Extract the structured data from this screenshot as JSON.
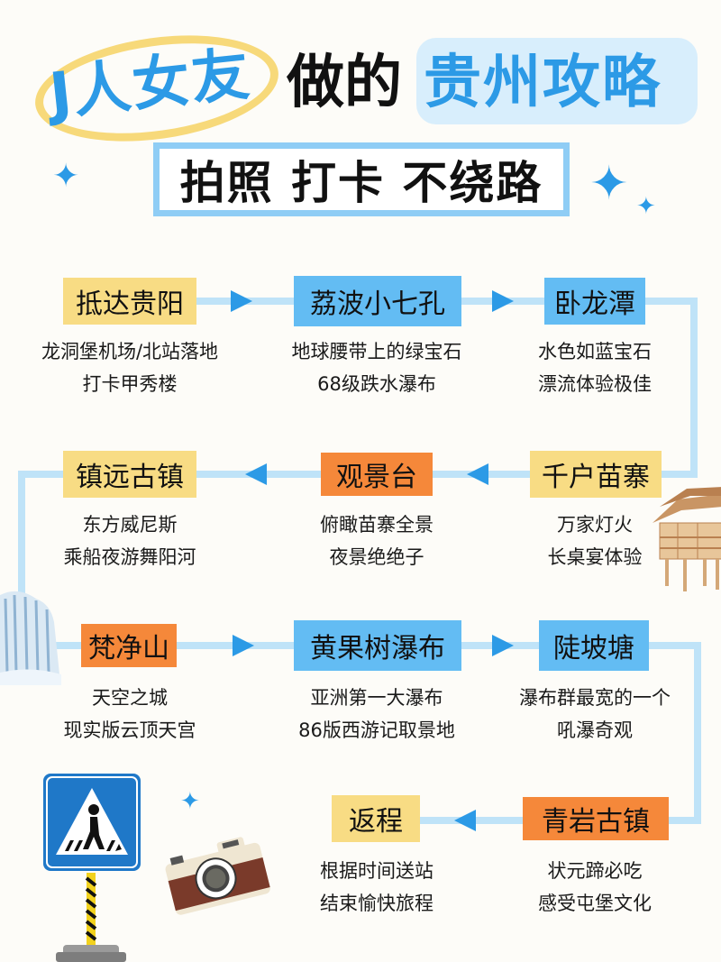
{
  "header": {
    "title_part1": "J人女友",
    "title_part2": "做的",
    "title_part3": "贵州攻略",
    "subtitle": "拍照 打卡 不绕路"
  },
  "colors": {
    "accent_blue": "#2c9ae6",
    "light_blue": "#63bcf3",
    "yellow": "#f8dc84",
    "orange": "#f5883a",
    "connector": "#bfe3f8"
  },
  "route": {
    "stops": [
      {
        "name": "抵达贵阳",
        "color": "yellow",
        "lines": [
          "龙洞堡机场/北站落地",
          "打卡甲秀楼"
        ]
      },
      {
        "name": "荔波小七孔",
        "color": "blue",
        "lines": [
          "地球腰带上的绿宝石",
          "68级跌水瀑布"
        ]
      },
      {
        "name": "卧龙潭",
        "color": "blue",
        "lines": [
          "水色如蓝宝石",
          "漂流体验极佳"
        ]
      },
      {
        "name": "千户苗寨",
        "color": "yellow",
        "lines": [
          "万家灯火",
          "长桌宴体验"
        ]
      },
      {
        "name": "观景台",
        "color": "orange",
        "lines": [
          "俯瞰苗寨全景",
          "夜景绝绝子"
        ]
      },
      {
        "name": "镇远古镇",
        "color": "yellow",
        "lines": [
          "东方威尼斯",
          "乘船夜游舞阳河"
        ]
      },
      {
        "name": "梵净山",
        "color": "orange",
        "lines": [
          "天空之城",
          "现实版云顶天宫"
        ]
      },
      {
        "name": "黄果树瀑布",
        "color": "blue",
        "lines": [
          "亚洲第一大瀑布",
          "86版西游记取景地"
        ]
      },
      {
        "name": "陡坡塘",
        "color": "blue",
        "lines": [
          "瀑布群最宽的一个",
          "吼瀑奇观"
        ]
      },
      {
        "name": "青岩古镇",
        "color": "orange",
        "lines": [
          "状元蹄必吃",
          "感受屯堡文化"
        ]
      },
      {
        "name": "返程",
        "color": "yellow",
        "lines": [
          "根据时间送站",
          "结束愉快旅程"
        ]
      }
    ]
  },
  "icons": {
    "sparkle": "✦",
    "illustrations": [
      "miao-stilt-house",
      "waterfall",
      "pedestrian-crossing-sign",
      "vintage-camera"
    ]
  }
}
